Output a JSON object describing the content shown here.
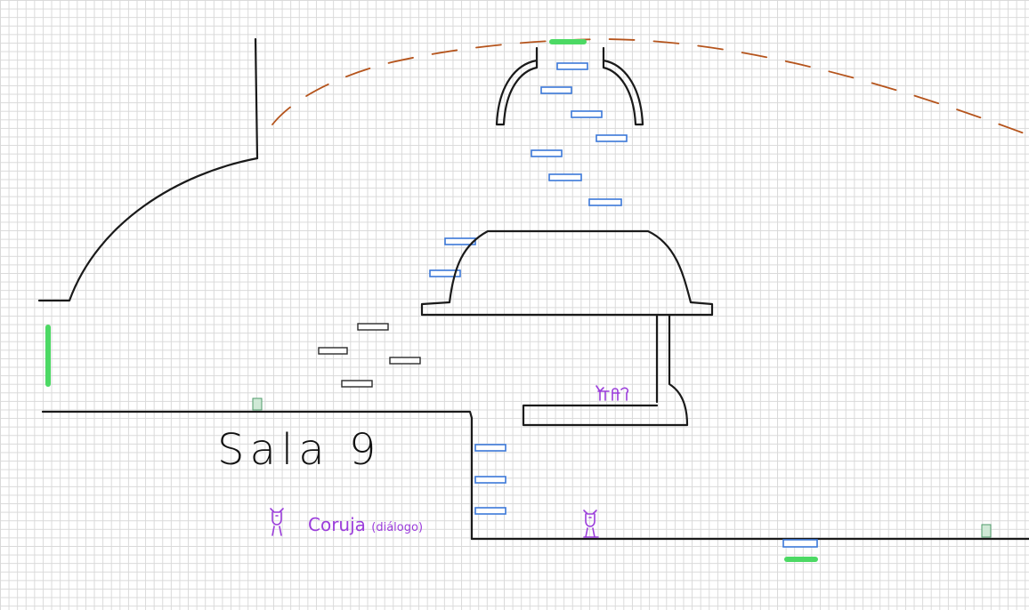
{
  "room": {
    "title": "Sala 9"
  },
  "npc": {
    "name": "Coruja",
    "note": "(diálogo)"
  },
  "colors": {
    "wall": "#1a1a1a",
    "platform_blue": "#3b78d8",
    "platform_gray": "#2a2a2a",
    "door": "#4cd964",
    "trajectory": "#b5541c",
    "npc": "#9b3ddb",
    "spring": "#4f9a6a",
    "grid": "#d9d9d9"
  },
  "icons": {
    "npc": "owl-icon",
    "spring": "spring-icon",
    "door": "door-marker",
    "enemy": "creature-icon"
  }
}
